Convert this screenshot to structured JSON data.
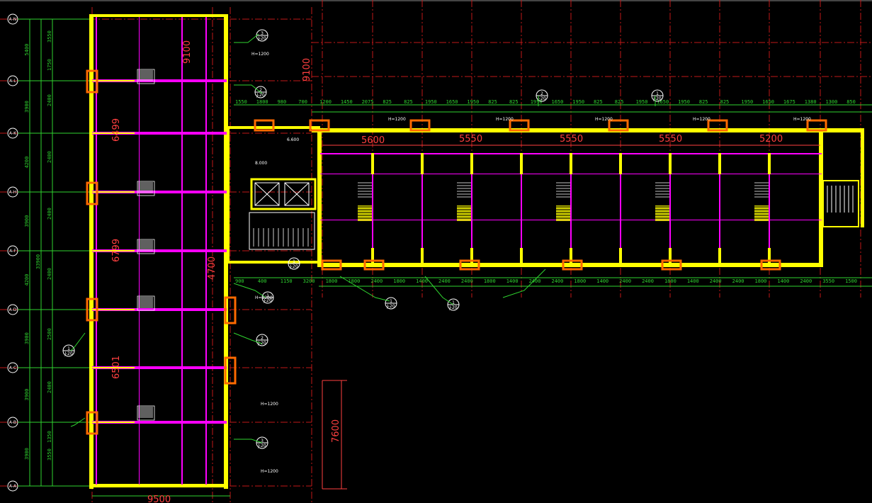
{
  "colors": {
    "background": "#000000",
    "grid_red": "#c01818",
    "wall_yellow": "#ffff00",
    "magenta": "#ff00ff",
    "dimension_green": "#2fd32f",
    "callout_white": "#ffffff",
    "window_orange": "#ff6a00",
    "wall_fill_red": "#ff3030",
    "cyan": "#00ffff"
  },
  "left_axes": [
    "A-N",
    "A-L",
    "A-K",
    "A-H",
    "A-F",
    "A-D",
    "A-C",
    "A-B",
    "A-A"
  ],
  "left_dims_outer": [
    "5400",
    "3900",
    "4200",
    "3900",
    "4200",
    "3900",
    "3900",
    "3900"
  ],
  "left_dims_total": "33900",
  "left_dims_inner": [
    "3550",
    "1750",
    "2400",
    "2400",
    "2400",
    "2400",
    "2500",
    "2400",
    "1350",
    "3550"
  ],
  "big_dims": {
    "top_center": "9100",
    "wing_mid_a": "6499",
    "wing_mid_b": "6799",
    "wing_mid_c": "6501",
    "right_vertical": "7600",
    "bottom": "9500",
    "stair_v": "4700",
    "stair_h_a": "5600",
    "stair_h_b": "5550",
    "stair_h_c": "5550",
    "stair_h_d": "5550",
    "stair_h_e": "5200"
  },
  "top_dims": [
    "1550",
    "1800",
    "980",
    "700",
    "1200",
    "1450",
    "2075",
    "825",
    "825",
    "1950",
    "1650",
    "1950",
    "825",
    "825",
    "1950",
    "1650",
    "1950",
    "825",
    "825",
    "1950",
    "1650",
    "1950",
    "825",
    "825",
    "1950",
    "1650",
    "1675",
    "1380",
    "1300",
    "850"
  ],
  "bottom_dims": [
    "900",
    "400",
    "1150",
    "3200",
    "1800",
    "1800",
    "2400",
    "1800",
    "1400",
    "2400",
    "2400",
    "1800",
    "1400",
    "2400",
    "2400",
    "1800",
    "1400",
    "2400",
    "2400",
    "1800",
    "1400",
    "2400",
    "2400",
    "1800",
    "1400",
    "2400",
    "3550",
    "1500"
  ],
  "callouts": [
    {
      "num": "3",
      "ref": "J-20"
    },
    {
      "num": "2",
      "ref": "J-20"
    },
    {
      "num": "1",
      "ref": "J-20"
    },
    {
      "num": "1",
      "ref": "J-20"
    },
    {
      "num": "2",
      "ref": "J-20"
    },
    {
      "num": "3",
      "ref": "J-20"
    },
    {
      "num": "1",
      "ref": "J-20"
    },
    {
      "num": "1",
      "ref": "J-20"
    },
    {
      "num": "2",
      "ref": "J-20"
    },
    {
      "num": "1",
      "ref": "J-20"
    },
    {
      "num": "1",
      "ref": "J-20"
    }
  ],
  "notes": {
    "railing": "H=1200",
    "elev_a": "6.600",
    "elev_b": "8.000"
  }
}
